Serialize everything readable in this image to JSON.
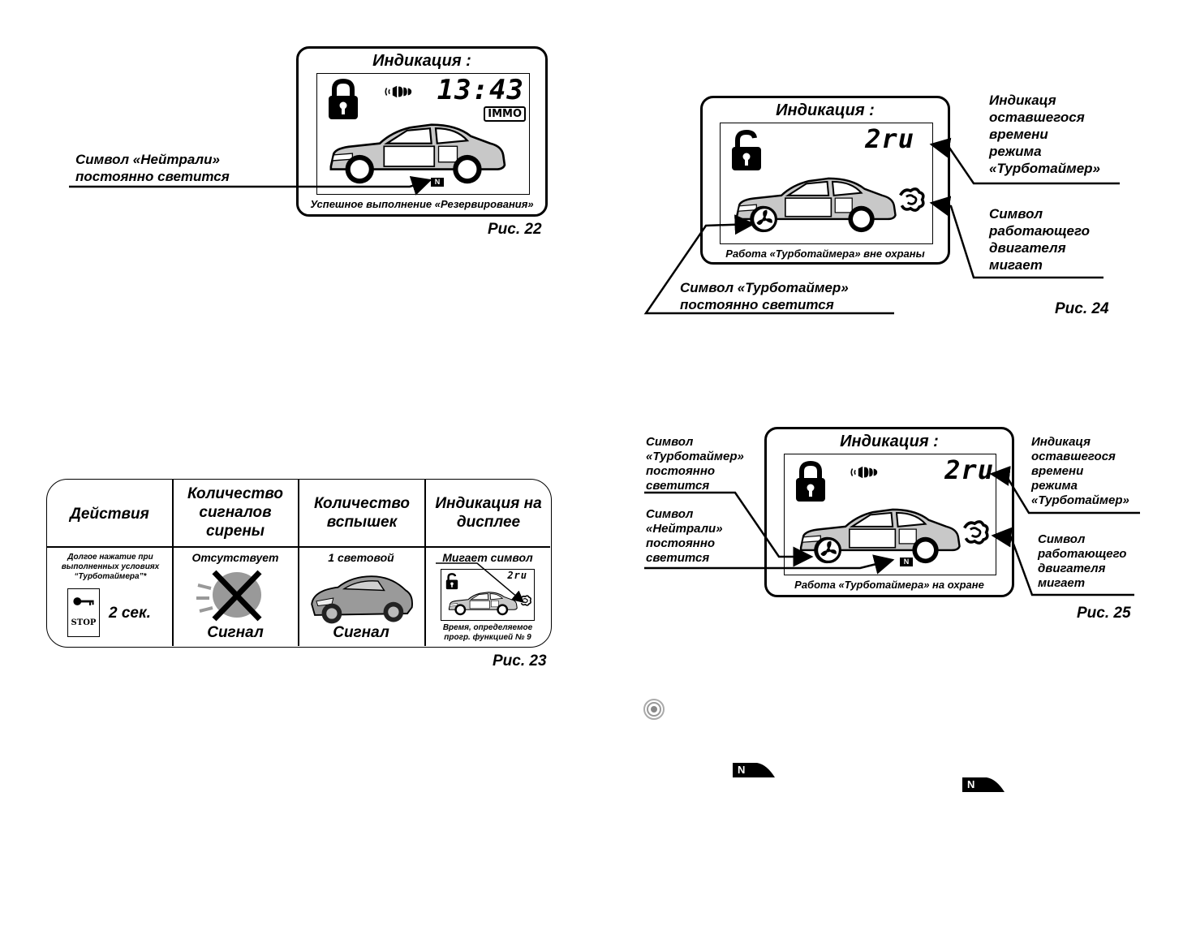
{
  "fig22": {
    "title": "Индикация :",
    "clock": "13:43",
    "immo": "IMMO",
    "n_badge": "N",
    "caption": "Успешное выполнение «Резервирования»",
    "callout": [
      "Символ «Нейтрали»",
      "постоянно светится"
    ],
    "fig_label": "Рис. 22"
  },
  "fig23": {
    "headers": [
      "Действия",
      "Количество сигналов сирены",
      "Количество вспышек",
      "Индикация на дисплее"
    ],
    "action_text": [
      "Долгое нажатие при",
      "выполненных условиях",
      "“Турботаймера”*"
    ],
    "stop_label": "STOP",
    "duration": "2 сек.",
    "siren_status": "Отсутствует",
    "siren_signal": "Сигнал",
    "flash_count": "1 световой",
    "flash_signal": "Сигнал",
    "display_blink": "Мигает символ",
    "display_code": "2ru",
    "display_note": [
      "Время, определяемое",
      "прогр. функцией № 9"
    ],
    "fig_label": "Рис. 23"
  },
  "fig24": {
    "title": "Индикация :",
    "code": "2ru",
    "caption": "Работа «Турботаймера» вне охраны",
    "callout_right_top": [
      "Индикаця",
      "оставшегося",
      "времени",
      "режима",
      "«Турботаймер»"
    ],
    "callout_right_bottom": [
      "Символ",
      "работающего",
      "двигателя",
      "мигает"
    ],
    "callout_left": [
      "Символ «Турботаймер»",
      "постоянно светится"
    ],
    "fig_label": "Рис. 24"
  },
  "fig25": {
    "title": "Индикация :",
    "code": "2ru",
    "n_badge": "N",
    "caption": "Работа «Турботаймера» на охране",
    "callout_left_top": [
      "Символ",
      "«Турботаймер»",
      "постоянно",
      "светится"
    ],
    "callout_left_bottom": [
      "Символ",
      "«Нейтрали»",
      "постоянно",
      "светится"
    ],
    "callout_right_top": [
      "Индикаця",
      "оставшегося",
      "времени",
      "режима",
      "«Турботаймер»"
    ],
    "callout_right_bottom": [
      "Символ",
      "работающего",
      "двигателя",
      "мигает"
    ],
    "fig_label": "Рис. 25"
  },
  "loose_badges": [
    "N",
    "N"
  ]
}
